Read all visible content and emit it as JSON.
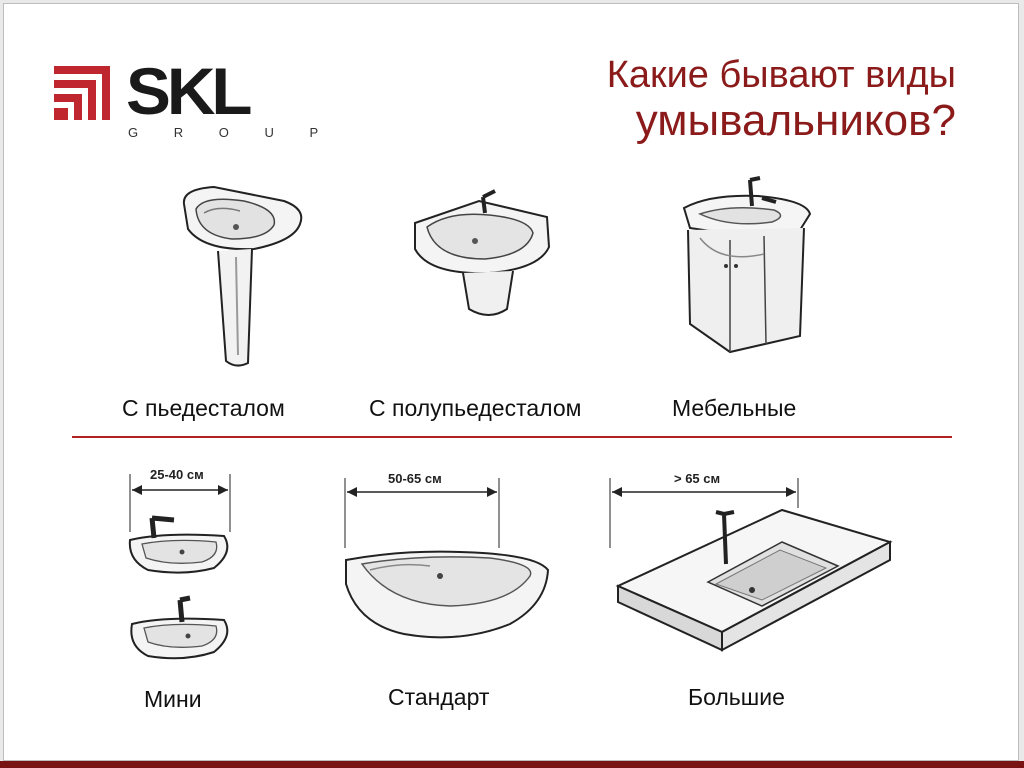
{
  "logo": {
    "wordmark": "SKL",
    "subtitle": "G R O U P",
    "brand_color": "#c0262d"
  },
  "title": {
    "line1": "Какие бывают виды",
    "line2": "умывальников?",
    "color": "#8b1a1a"
  },
  "mount_types": [
    {
      "label": "С пьедесталом",
      "icon": "pedestal-sink-icon"
    },
    {
      "label": "С полупьедесталом",
      "icon": "semi-pedestal-sink-icon"
    },
    {
      "label": "Мебельные",
      "icon": "cabinet-sink-icon"
    }
  ],
  "size_types": [
    {
      "label": "Мини",
      "width": "25-40 см",
      "icon": "mini-sink-icon"
    },
    {
      "label": "Стандарт",
      "width": "50-65 см",
      "icon": "standard-sink-icon"
    },
    {
      "label": "Большие",
      "width": "> 65 см",
      "icon": "large-countertop-sink-icon"
    }
  ],
  "colors": {
    "divider": "#b22222",
    "bottom_bar": "#7a1414"
  }
}
